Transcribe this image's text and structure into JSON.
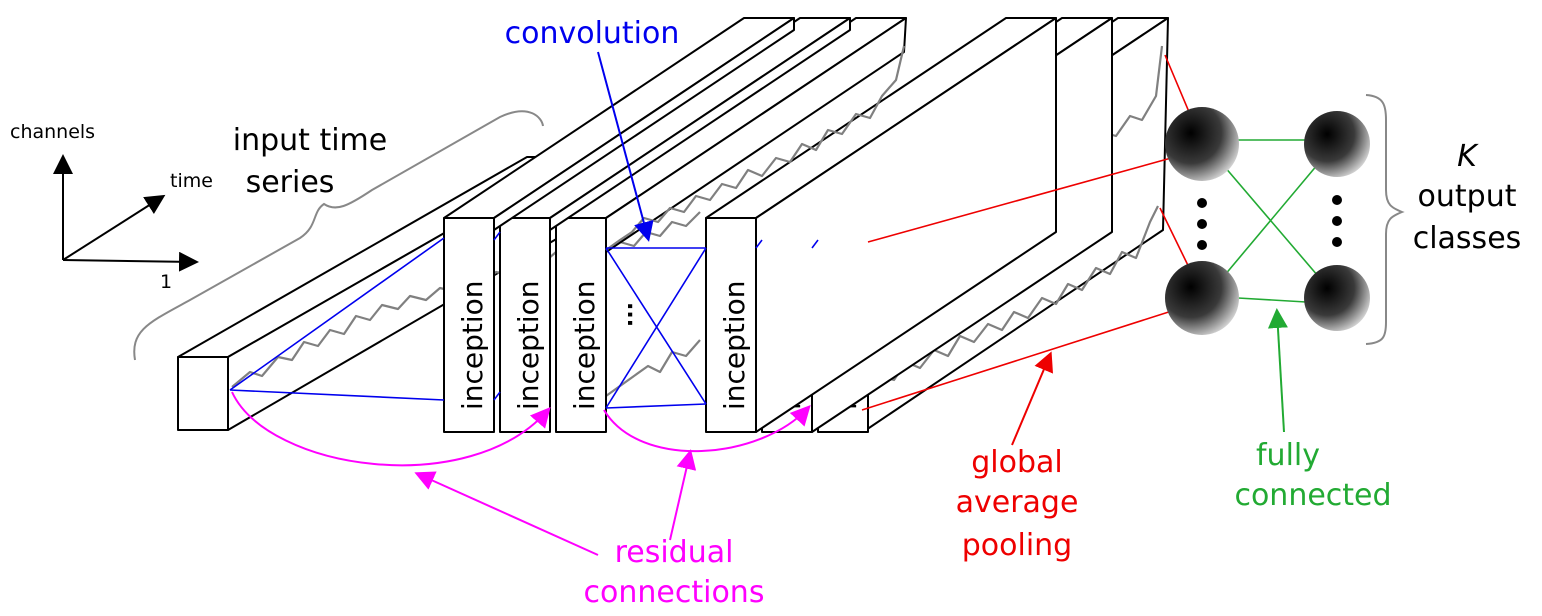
{
  "axes": {
    "channels": "channels",
    "time": "time",
    "one": "1"
  },
  "input_label": [
    "input time",
    "series"
  ],
  "block_label": "inception",
  "ellipsis": "...",
  "labels": {
    "convolution": "convolution",
    "residual": [
      "residual",
      "connections"
    ],
    "gap": [
      "global",
      "average",
      "pooling"
    ],
    "fc": [
      "fully",
      "connected"
    ],
    "k": "K",
    "output": [
      "output",
      "classes"
    ]
  },
  "colors": {
    "convolution": "#0000ee",
    "residual": "#ff00ff",
    "gap": "#ee0000",
    "fc": "#22aa33",
    "frame": "#000000",
    "series_line": "#808080"
  }
}
